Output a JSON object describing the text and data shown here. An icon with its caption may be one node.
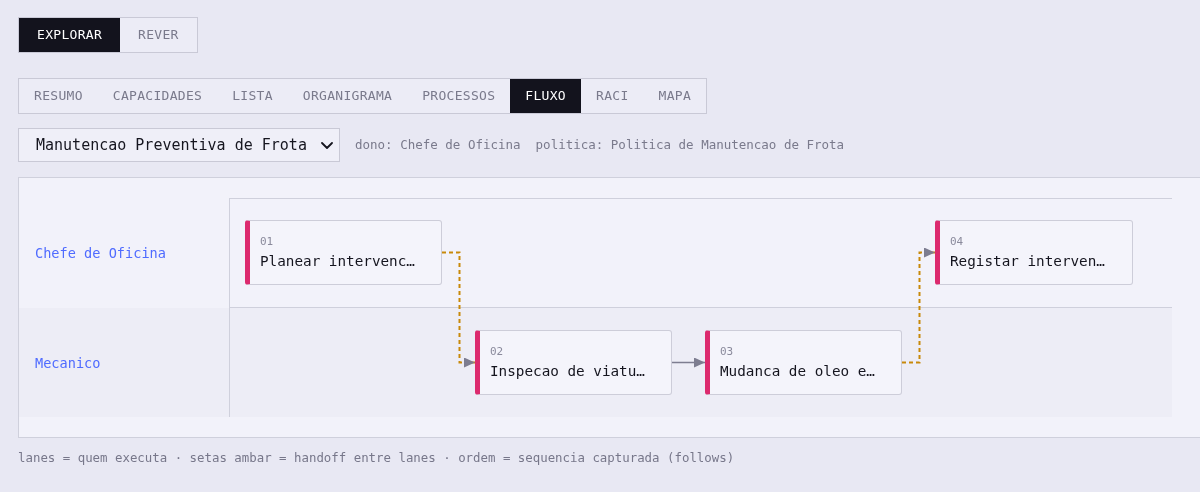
{
  "diagram": {
    "nodes": [
      {
        "text": [
          "Chefe de Oficina"
        ]
      },
      {
        "text": [
          "01",
          "Planear intervenc…"
        ],
        "in": 0
      },
      {
        "text": [
          "04",
          "Registar interven…"
        ],
        "in": 0
      },
      {
        "text": [
          "Mecanico"
        ]
      },
      {
        "text": [
          "02",
          "Inspecao de viatu…"
        ],
        "in": 3
      },
      {
        "text": [
          "03",
          "Mudanca de oleo e…"
        ],
        "in": 3
      }
    ],
    "edges": [
      {
        "from": 1,
        "to": 4,
        "arrow": "to",
        "style": "dashed"
      },
      {
        "from": 4,
        "to": 5,
        "arrow": "to",
        "color": "#7d7d90"
      },
      {
        "from": 5,
        "to": 2,
        "arrow": "to",
        "style": "dashed"
      }
    ],
    "labels": [
      "EXPLORAR",
      "REVER",
      "RESUMO",
      "CAPACIDADES",
      "LISTA",
      "ORGANIGRAMA",
      "PROCESSOS",
      "FLUXO",
      "RACI",
      "MAPA",
      "Manutencao Preventiva de Frota",
      "dono: Chefe de Oficina",
      "politica: Politica de Manutencao de Frota"
    ],
    "caption": "lanes = quem executa · setas ambar = handoff entre lanes · ordem = sequencia capturada (follows)"
  }
}
